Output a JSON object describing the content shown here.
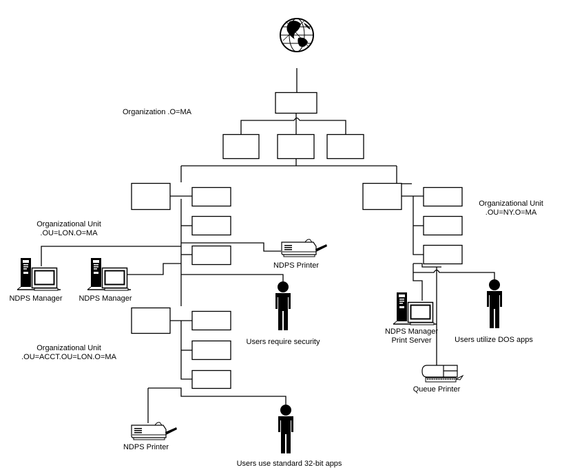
{
  "diagram": {
    "title": "NDS Tree NDPS Printing Layout",
    "root_icon": "globe-icon",
    "colors": {
      "line": "#000000",
      "background": "#ffffff",
      "fill": "#ffffff"
    },
    "labels": {
      "organization": "Organization .O=MA",
      "ou_lon": {
        "line1": "Organizational Unit",
        "line2": ".OU=LON.O=MA"
      },
      "ou_ny": {
        "line1": "Organizational Unit",
        "line2": ".OU=NY.O=MA"
      },
      "ou_acct": {
        "line1": "Organizational Unit",
        "line2": ".OU=ACCT.OU=LON.O=MA"
      }
    },
    "devices": {
      "ndps_manager_1": {
        "label": "NDPS Manager",
        "icon": "computer-icon"
      },
      "ndps_manager_2": {
        "label": "NDPS Manager",
        "icon": "computer-icon"
      },
      "ndps_printer_lon": {
        "label": "NDPS Printer",
        "icon": "printer-icon"
      },
      "ndps_printer_acct": {
        "label": "NDPS Printer",
        "icon": "printer-icon"
      },
      "print_server_ny": {
        "line1": "NDPS Manager",
        "line2": "Print Server",
        "icon": "computer-icon"
      },
      "queue_printer": {
        "label": "Queue Printer",
        "icon": "line-printer-icon"
      }
    },
    "users": {
      "lon": {
        "label": "Users require security",
        "icon": "user-icon"
      },
      "ny": {
        "label": "Users utilize DOS apps",
        "icon": "user-icon"
      },
      "acct": {
        "label": "Users use standard 32-bit apps",
        "icon": "user-icon"
      }
    }
  }
}
